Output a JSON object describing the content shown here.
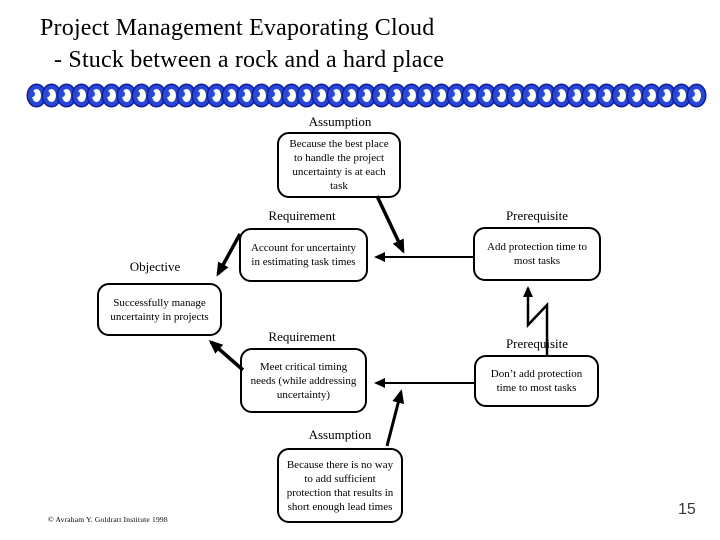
{
  "slide": {
    "title_line1": "Project Management Evaporating Cloud",
    "title_line2": "- Stuck between a rock and a hard place",
    "footer_copyright": "© Avraham Y. Goldratt Institute 1998",
    "page_number": "15"
  },
  "diagram": {
    "nodes": {
      "assumption_top": {
        "category": "Assumption",
        "text": "Because the best place to handle the project uncertainty is at each task"
      },
      "requirement_top": {
        "category": "Requirement",
        "text": "Account for uncertainty in estimating task times"
      },
      "prerequisite_top": {
        "category": "Prerequisite",
        "text": "Add protection time to most tasks"
      },
      "objective": {
        "category": "Objective",
        "text": "Successfully manage uncertainty in projects"
      },
      "requirement_bottom": {
        "category": "Requirement",
        "text": "Meet critical timing needs (while addressing uncertainty)"
      },
      "prerequisite_bottom": {
        "category": "Prerequisite",
        "text": "Don’t add protection time to most tasks"
      },
      "assumption_bottom": {
        "category": "Assumption",
        "text": "Because there is no way to add sufficient protection that results in short enough lead times"
      }
    }
  },
  "decor": {
    "chain_color": "#2847d8",
    "chain_outline": "#0d1f9e",
    "line_color": "#000000"
  }
}
